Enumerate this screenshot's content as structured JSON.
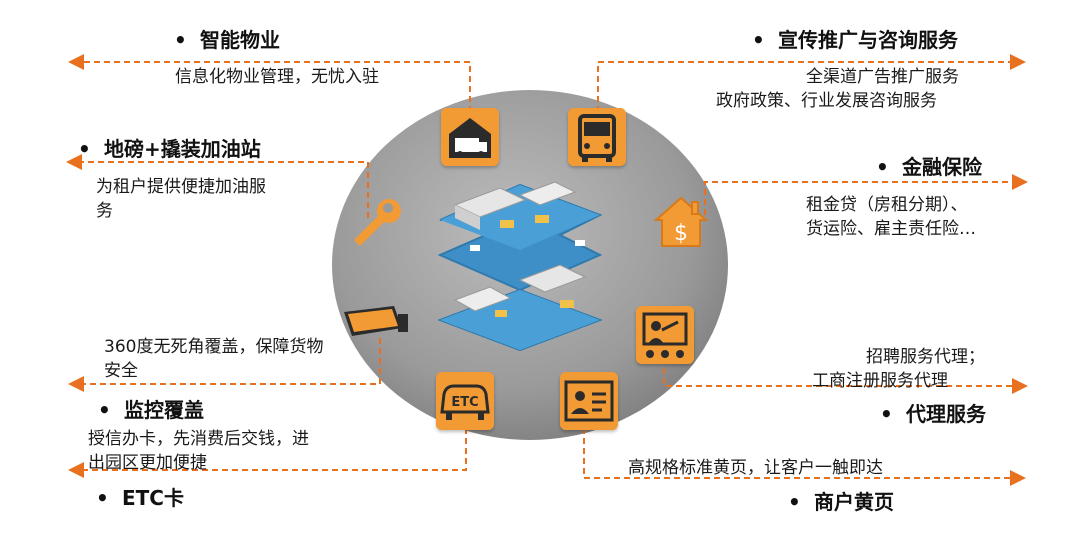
{
  "services": {
    "property": {
      "title": "智能物业",
      "desc": "信息化物业管理，无忧入驻",
      "icon": "warehouse-truck-icon"
    },
    "weighbridge": {
      "title": "地磅+撬装加油站",
      "desc_line1": "为租户提供便捷加油服",
      "desc_line2": "务",
      "icon": "wrench-icon"
    },
    "surveillance": {
      "title": "监控覆盖",
      "desc_line1": "360度无死角覆盖，保障货物",
      "desc_line2": "安全",
      "icon": "security-camera-icon"
    },
    "etc": {
      "title": "ETC卡",
      "desc_line1": "授信办卡，先消费后交钱，进",
      "desc_line2": "出园区更加便捷",
      "icon": "etc-car-icon",
      "icon_text": "ETC"
    },
    "promotion": {
      "title": "宣传推广与咨询服务",
      "desc_line1": "全渠道广告推广服务",
      "desc_line2": "政府政策、行业发展咨询服务",
      "icon": "truck-front-icon"
    },
    "finance": {
      "title": "金融保险",
      "desc_line1": "租金贷（房租分期）、",
      "desc_line2": "货运险、雇主责任险…",
      "icon": "house-dollar-icon",
      "icon_text": "$"
    },
    "agency": {
      "title": "代理服务",
      "desc_line1": "招聘服务代理；",
      "desc_line2": "工商注册服务代理",
      "icon": "presentation-icon"
    },
    "yellowpage": {
      "title": "商户黄页",
      "desc": "高规格标准黄页，让客户一触即达",
      "icon": "id-card-icon"
    }
  },
  "bullet": "•",
  "colors": {
    "accent": "#f29a33",
    "connector": "#e8711f",
    "circle": "#9a9a9a",
    "center_blue": "#3e8fc7"
  }
}
